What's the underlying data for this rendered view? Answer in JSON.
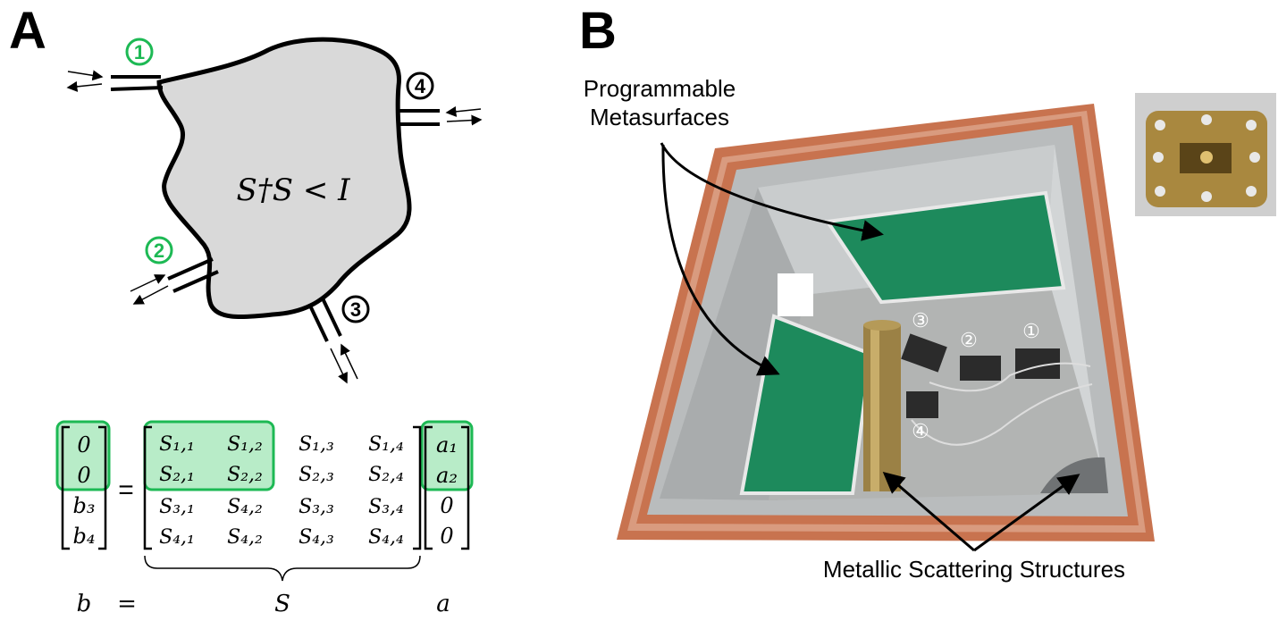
{
  "panel_a": {
    "label": "A",
    "cavity_equation": "S†S < I",
    "ports": [
      {
        "label": "1",
        "color": "#1db954"
      },
      {
        "label": "2",
        "color": "#1db954"
      },
      {
        "label": "3",
        "color": "#000000"
      },
      {
        "label": "4",
        "color": "#000000"
      }
    ],
    "matrix": {
      "b_vector": [
        "0",
        "0",
        "b₃",
        "b₄"
      ],
      "equals": "=",
      "s_rows": [
        [
          "S₁,₁",
          "S₁,₂",
          "S₁,₃",
          "S₁,₄"
        ],
        [
          "S₂,₁",
          "S₂,₂",
          "S₂,₃",
          "S₂,₄"
        ],
        [
          "S₃,₁",
          "S₄,₂",
          "S₃,₃",
          "S₃,₄"
        ],
        [
          "S₄,₁",
          "S₄,₂",
          "S₄,₃",
          "S₄,₄"
        ]
      ],
      "a_vector": [
        "a₁",
        "a₂",
        "0",
        "0"
      ],
      "bottom_b": "b",
      "bottom_eq": "=",
      "bottom_s": "S",
      "bottom_a": "a",
      "highlight_fill": "#b8ecc8",
      "highlight_stroke": "#1db954"
    }
  },
  "panel_b": {
    "label": "B",
    "annotation_metasurfaces": [
      "Programmable",
      "Metasurfaces"
    ],
    "annotation_scatterers": "Metallic Scattering Structures",
    "photo_port_labels": [
      "①",
      "②",
      "③",
      "④"
    ],
    "colors": {
      "copper": "#c8734f",
      "metal": "#b9bcbd",
      "board": "#1d8a5c"
    }
  }
}
